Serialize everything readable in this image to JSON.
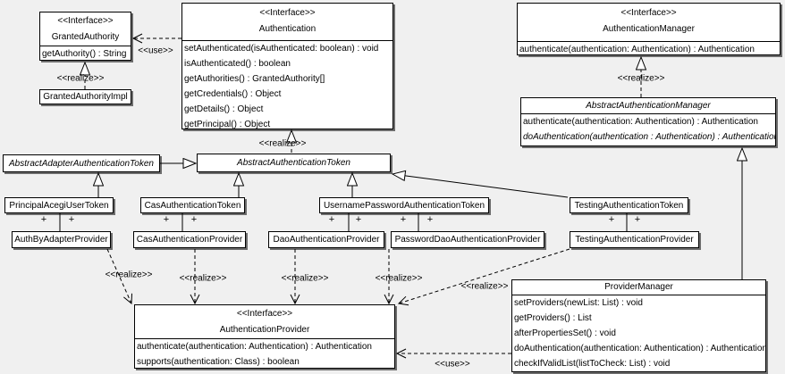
{
  "colors": {
    "background": "#f0f0f0",
    "box_fill": "#ffffff",
    "box_border": "#000000",
    "box_shadow": "#4d4d4d"
  },
  "labels": {
    "realize": "<<realize>>",
    "use": "<<use>>"
  },
  "symbols": {
    "plus": "+"
  },
  "classes": {
    "granted_authority": {
      "stereotype": "<<Interface>>",
      "name": "GrantedAuthority",
      "methods": [
        "getAuthority() : String"
      ]
    },
    "granted_authority_impl": {
      "name": "GrantedAuthorityImpl"
    },
    "authentication": {
      "stereotype": "<<Interface>>",
      "name": "Authentication",
      "methods": [
        "setAuthenticated(isAuthenticated: boolean) : void",
        "isAuthenticated() : boolean",
        "getAuthorities() : GrantedAuthority[]",
        "getCredentials() : Object",
        "getDetails() : Object",
        "getPrincipal() : Object"
      ]
    },
    "authentication_manager": {
      "stereotype": "<<Interface>>",
      "name": "AuthenticationManager",
      "methods": [
        "authenticate(authentication: Authentication) : Authentication"
      ]
    },
    "abstract_authentication_manager": {
      "name": "AbstractAuthenticationManager",
      "methods": [
        "authenticate(authentication: Authentication) : Authentication",
        "doAuthentication(authentication : Authentication) : Authentication"
      ]
    },
    "abstract_adapter_authentication_token": {
      "name": "AbstractAdapterAuthenticationToken"
    },
    "abstract_authentication_token": {
      "name": "AbstractAuthenticationToken"
    },
    "principal_acegi_user_token": {
      "name": "PrincipalAcegiUserToken"
    },
    "cas_authentication_token": {
      "name": "CasAuthenticationToken"
    },
    "username_password_authentication_token": {
      "name": "UsernamePasswordAuthenticationToken"
    },
    "testing_authentication_token": {
      "name": "TestingAuthenticationToken"
    },
    "auth_by_adapter_provider": {
      "name": "AuthByAdapterProvider"
    },
    "cas_authentication_provider": {
      "name": "CasAuthenticationProvider"
    },
    "dao_authentication_provider": {
      "name": "DaoAuthenticationProvider"
    },
    "password_dao_authentication_provider": {
      "name": "PasswordDaoAuthenticationProvider"
    },
    "testing_authentication_provider": {
      "name": "TestingAuthenticationProvider"
    },
    "authentication_provider": {
      "stereotype": "<<Interface>>",
      "name": "AuthenticationProvider",
      "methods": [
        "authenticate(authentication: Authentication) : Authentication",
        "supports(authentication: Class) : boolean"
      ]
    },
    "provider_manager": {
      "name": "ProviderManager",
      "methods": [
        "setProviders(newList: List) : void",
        "getProviders() : List",
        "afterPropertiesSet() : void",
        "doAuthentication(authentication: Authentication) : Authentication",
        "checkIfValidList(listToCheck: List) : void"
      ]
    }
  }
}
